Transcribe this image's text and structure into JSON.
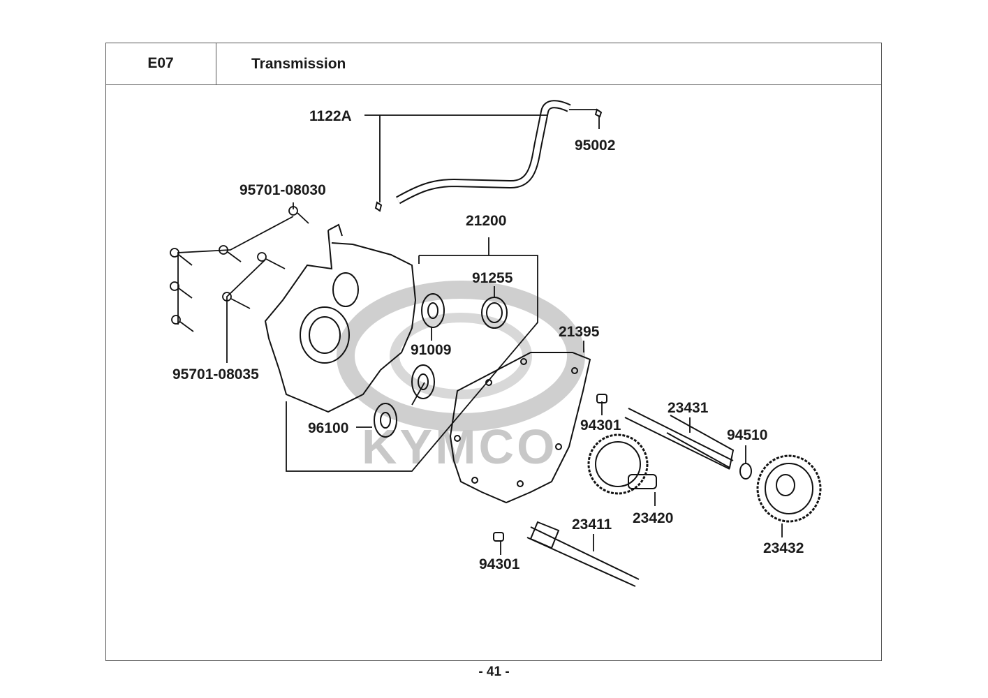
{
  "header": {
    "section_code": "E07",
    "section_title": "Transmission"
  },
  "watermark": {
    "brand": "KYMCO",
    "color": "#c8c8c8"
  },
  "parts": {
    "p1122A": "1122A",
    "p95002": "95002",
    "p95701_08030": "95701-08030",
    "p95701_08035": "95701-08035",
    "p21200": "21200",
    "p91255": "91255",
    "p91009": "91009",
    "p21395": "21395",
    "p96100": "96100",
    "p94301a": "94301",
    "p23431": "23431",
    "p94510": "94510",
    "p23420": "23420",
    "p23411": "23411",
    "p94301b": "94301",
    "p23432": "23432"
  },
  "footer": {
    "page_number": "- 41 -"
  }
}
